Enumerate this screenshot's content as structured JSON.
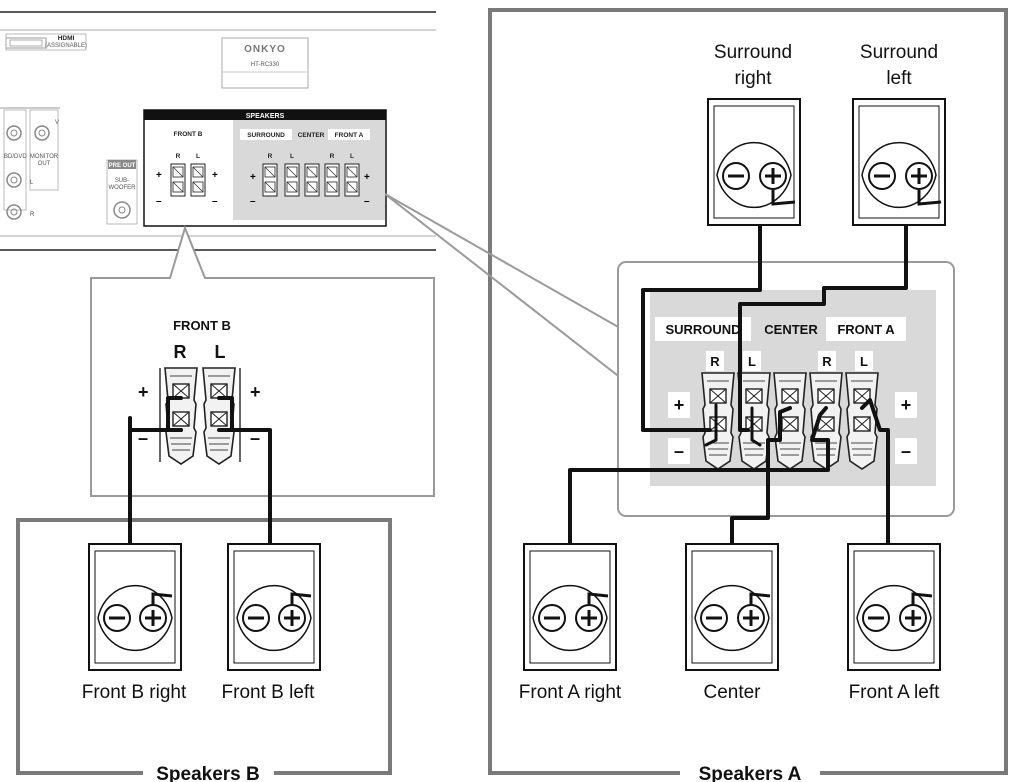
{
  "receiver": {
    "brand": "ONKYO",
    "model": "HT-RC330",
    "hdmi_label": "HDMI",
    "hdmi_sub": "(ASSIGNABLE)",
    "speakers_label": "SPEAKERS",
    "front_b_label": "FRONT B",
    "surround_label": "SURROUND",
    "center_label": "CENTER",
    "front_a_label": "FRONT A",
    "pre_out_label": "PRE OUT",
    "subwoofer_label": "SUB-\nWOOFER",
    "monitor_out_label": "MONITOR\nOUT",
    "bd_dvd_label": "BD/DVD",
    "v_label": "V",
    "l_label": "L",
    "r_label": "R"
  },
  "front_b_zoom": {
    "title": "FRONT B",
    "r": "R",
    "l": "L",
    "plus": "+",
    "minus": "–"
  },
  "speakers_a_zoom": {
    "surround": "SURROUND",
    "center": "CENTER",
    "front_a": "FRONT A",
    "r1": "R",
    "l1": "L",
    "r2": "R",
    "l2": "L",
    "plus": "+",
    "minus": "–"
  },
  "speakers": {
    "surround_right": [
      "Surround",
      "right"
    ],
    "surround_left": [
      "Surround",
      "left"
    ],
    "front_b_right": "Front B right",
    "front_b_left": "Front B left",
    "front_a_right": "Front A right",
    "center": "Center",
    "front_a_left": "Front A left"
  },
  "groups": {
    "speakers_b": "Speakers B",
    "speakers_a": "Speakers A"
  },
  "colors": {
    "wire": "#111111",
    "panel_fill": "#d9d9d9",
    "frame_stroke": "#7a7a7a",
    "callout_stroke": "#9a9a9a"
  }
}
